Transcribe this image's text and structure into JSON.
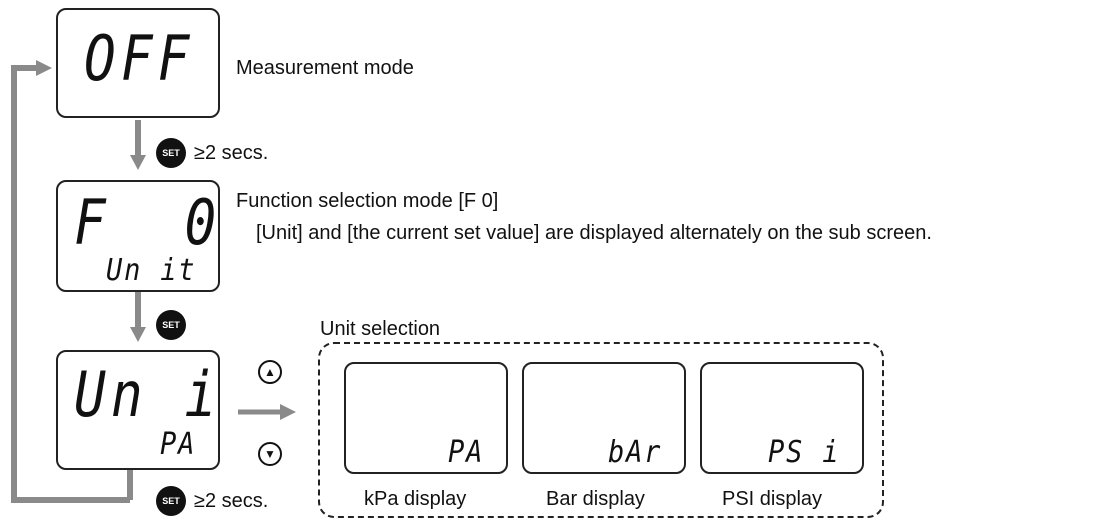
{
  "displays": {
    "off": {
      "main": "OFF",
      "sub": ""
    },
    "f0": {
      "main": "F  0",
      "sub": "Un it"
    },
    "uni": {
      "main": "Un i",
      "sub": "PA"
    }
  },
  "labels": {
    "measurement_mode": "Measurement mode",
    "function_selection": "Function selection mode [F 0]",
    "function_note": "[Unit] and [the current set value] are displayed alternately on the sub screen.",
    "unit_selection": "Unit selection",
    "set_hold_1": "≥2 secs.",
    "set_hold_2": "≥2 secs."
  },
  "buttons": {
    "set": "SET",
    "up": "▲",
    "down": "▼"
  },
  "unit_options": [
    {
      "sub": "PA",
      "caption": "kPa display"
    },
    {
      "sub": "bAr",
      "caption": "Bar display"
    },
    {
      "sub": "PS i",
      "caption": "PSI display"
    }
  ],
  "colors": {
    "flow_arrow": "#8a8a8a",
    "button_fill": "#111111"
  }
}
